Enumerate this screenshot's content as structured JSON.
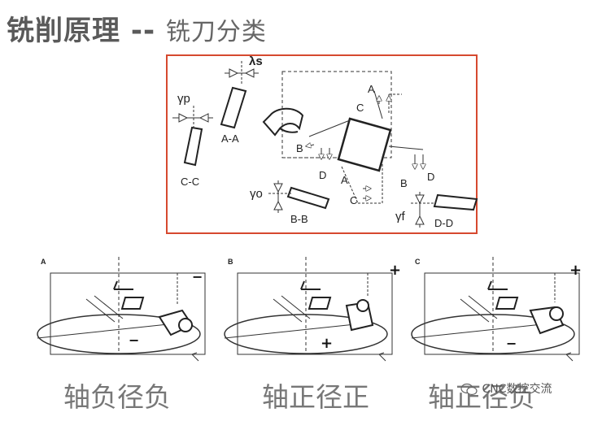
{
  "title": {
    "main": "铣削原理 --",
    "sub": "铣刀分类"
  },
  "diagram": {
    "frame_color": "#d6492f",
    "section_labels": {
      "aa": "A-A",
      "bb": "B-B",
      "cc": "C-C",
      "dd": "D-D"
    },
    "angle_labels": {
      "lambda_s": "λs",
      "gamma_p": "γp",
      "gamma_o": "γo",
      "gamma_f": "γf"
    },
    "cut_labels": {
      "a_top": "A",
      "c_top": "C",
      "b_left": "B",
      "d_left": "D",
      "a_bottom": "A",
      "c_bottom": "C",
      "b_right": "B",
      "d_right": "D"
    }
  },
  "panels": [
    {
      "letter": "A",
      "caption": "轴负径负",
      "sign_top": "−",
      "sign_bottom": "−"
    },
    {
      "letter": "B",
      "caption": "轴正径正",
      "sign_top": "+",
      "sign_bottom": "+"
    },
    {
      "letter": "C",
      "caption": "轴正径负",
      "sign_top": "+",
      "sign_bottom": "−"
    }
  ],
  "watermark": {
    "text": "CNC数控交流",
    "icon": "wechat-icon"
  }
}
